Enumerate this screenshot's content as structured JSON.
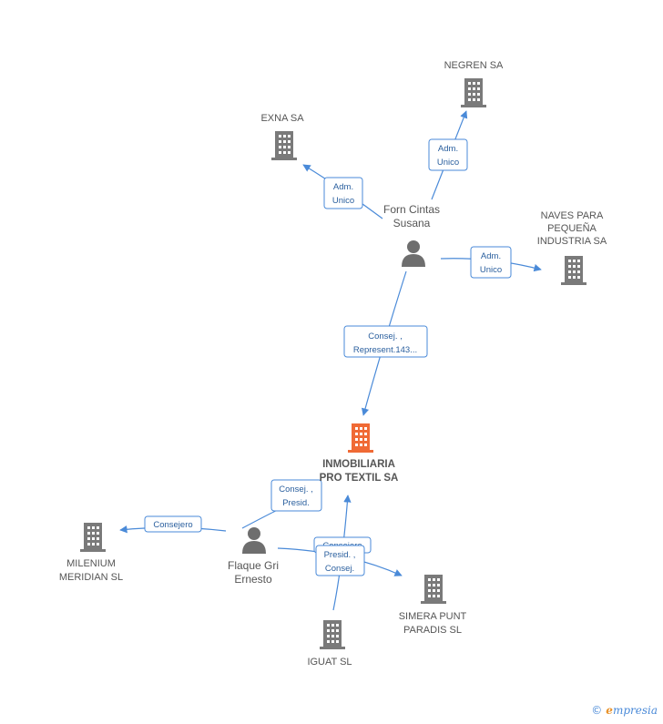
{
  "colors": {
    "company": "#7a7a7a",
    "main": "#f06a35",
    "person": "#6e6e6e",
    "edge": "#4a8ad8"
  },
  "nodes": {
    "main": {
      "line1": "INMOBILIARIA",
      "line2": "PRO TEXTIL SA"
    },
    "negren": {
      "line1": "NEGREN SA"
    },
    "exna": {
      "line1": "EXNA SA"
    },
    "naves": {
      "line1": "NAVES PARA",
      "line2": "PEQUEÑA",
      "line3": "INDUSTRIA SA"
    },
    "forn": {
      "line1": "Forn Cintas",
      "line2": "Susana"
    },
    "flaque": {
      "line1": "Flaque Gri",
      "line2": "Ernesto"
    },
    "milenium": {
      "line1": "MILENIUM",
      "line2": "MERIDIAN SL"
    },
    "simera": {
      "line1": "SIMERA PUNT",
      "line2": "PARADIS SL"
    },
    "iguat": {
      "line1": "IGUAT SL"
    }
  },
  "relations": {
    "forn_negren": {
      "line1": "Adm.",
      "line2": "Unico"
    },
    "forn_exna": {
      "line1": "Adm.",
      "line2": "Unico"
    },
    "forn_naves": {
      "line1": "Adm.",
      "line2": "Unico"
    },
    "forn_main": {
      "line1": "Consej. ,",
      "line2": "Represent.143..."
    },
    "flaque_main": {
      "line1": "Consej. ,",
      "line2": "Presid."
    },
    "flaque_milenium": {
      "line1": "Consejero"
    },
    "flaque_simera_behind": {
      "line1": "Consejero"
    },
    "flaque_simera": {
      "line1": "Presid. ,",
      "line2": "Consej."
    }
  },
  "footer": {
    "copyright": "©",
    "brand_first": "e",
    "brand_rest": "mpresia"
  }
}
